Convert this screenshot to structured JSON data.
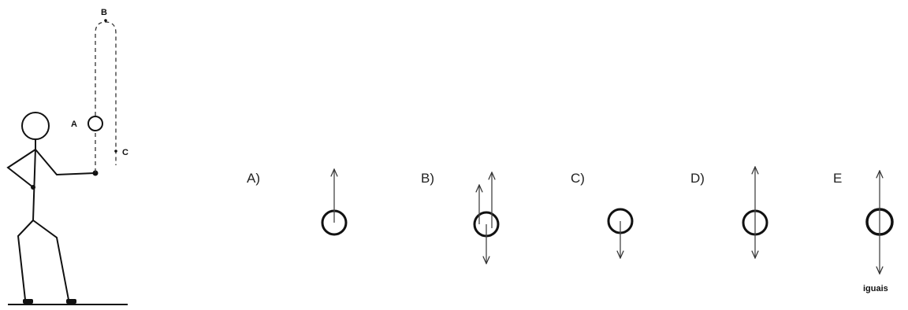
{
  "figure": {
    "points": {
      "a": "A",
      "b": "B",
      "c": "C"
    },
    "options": [
      {
        "key": "A)"
      },
      {
        "key": "B)"
      },
      {
        "key": "C)"
      },
      {
        "key": "D)"
      },
      {
        "key": "E",
        "note": "iguais"
      }
    ]
  },
  "colors": {
    "line": "#111111",
    "label": "#222222"
  },
  "icons": {
    "arrow": "arrowhead",
    "ball": "circle"
  }
}
